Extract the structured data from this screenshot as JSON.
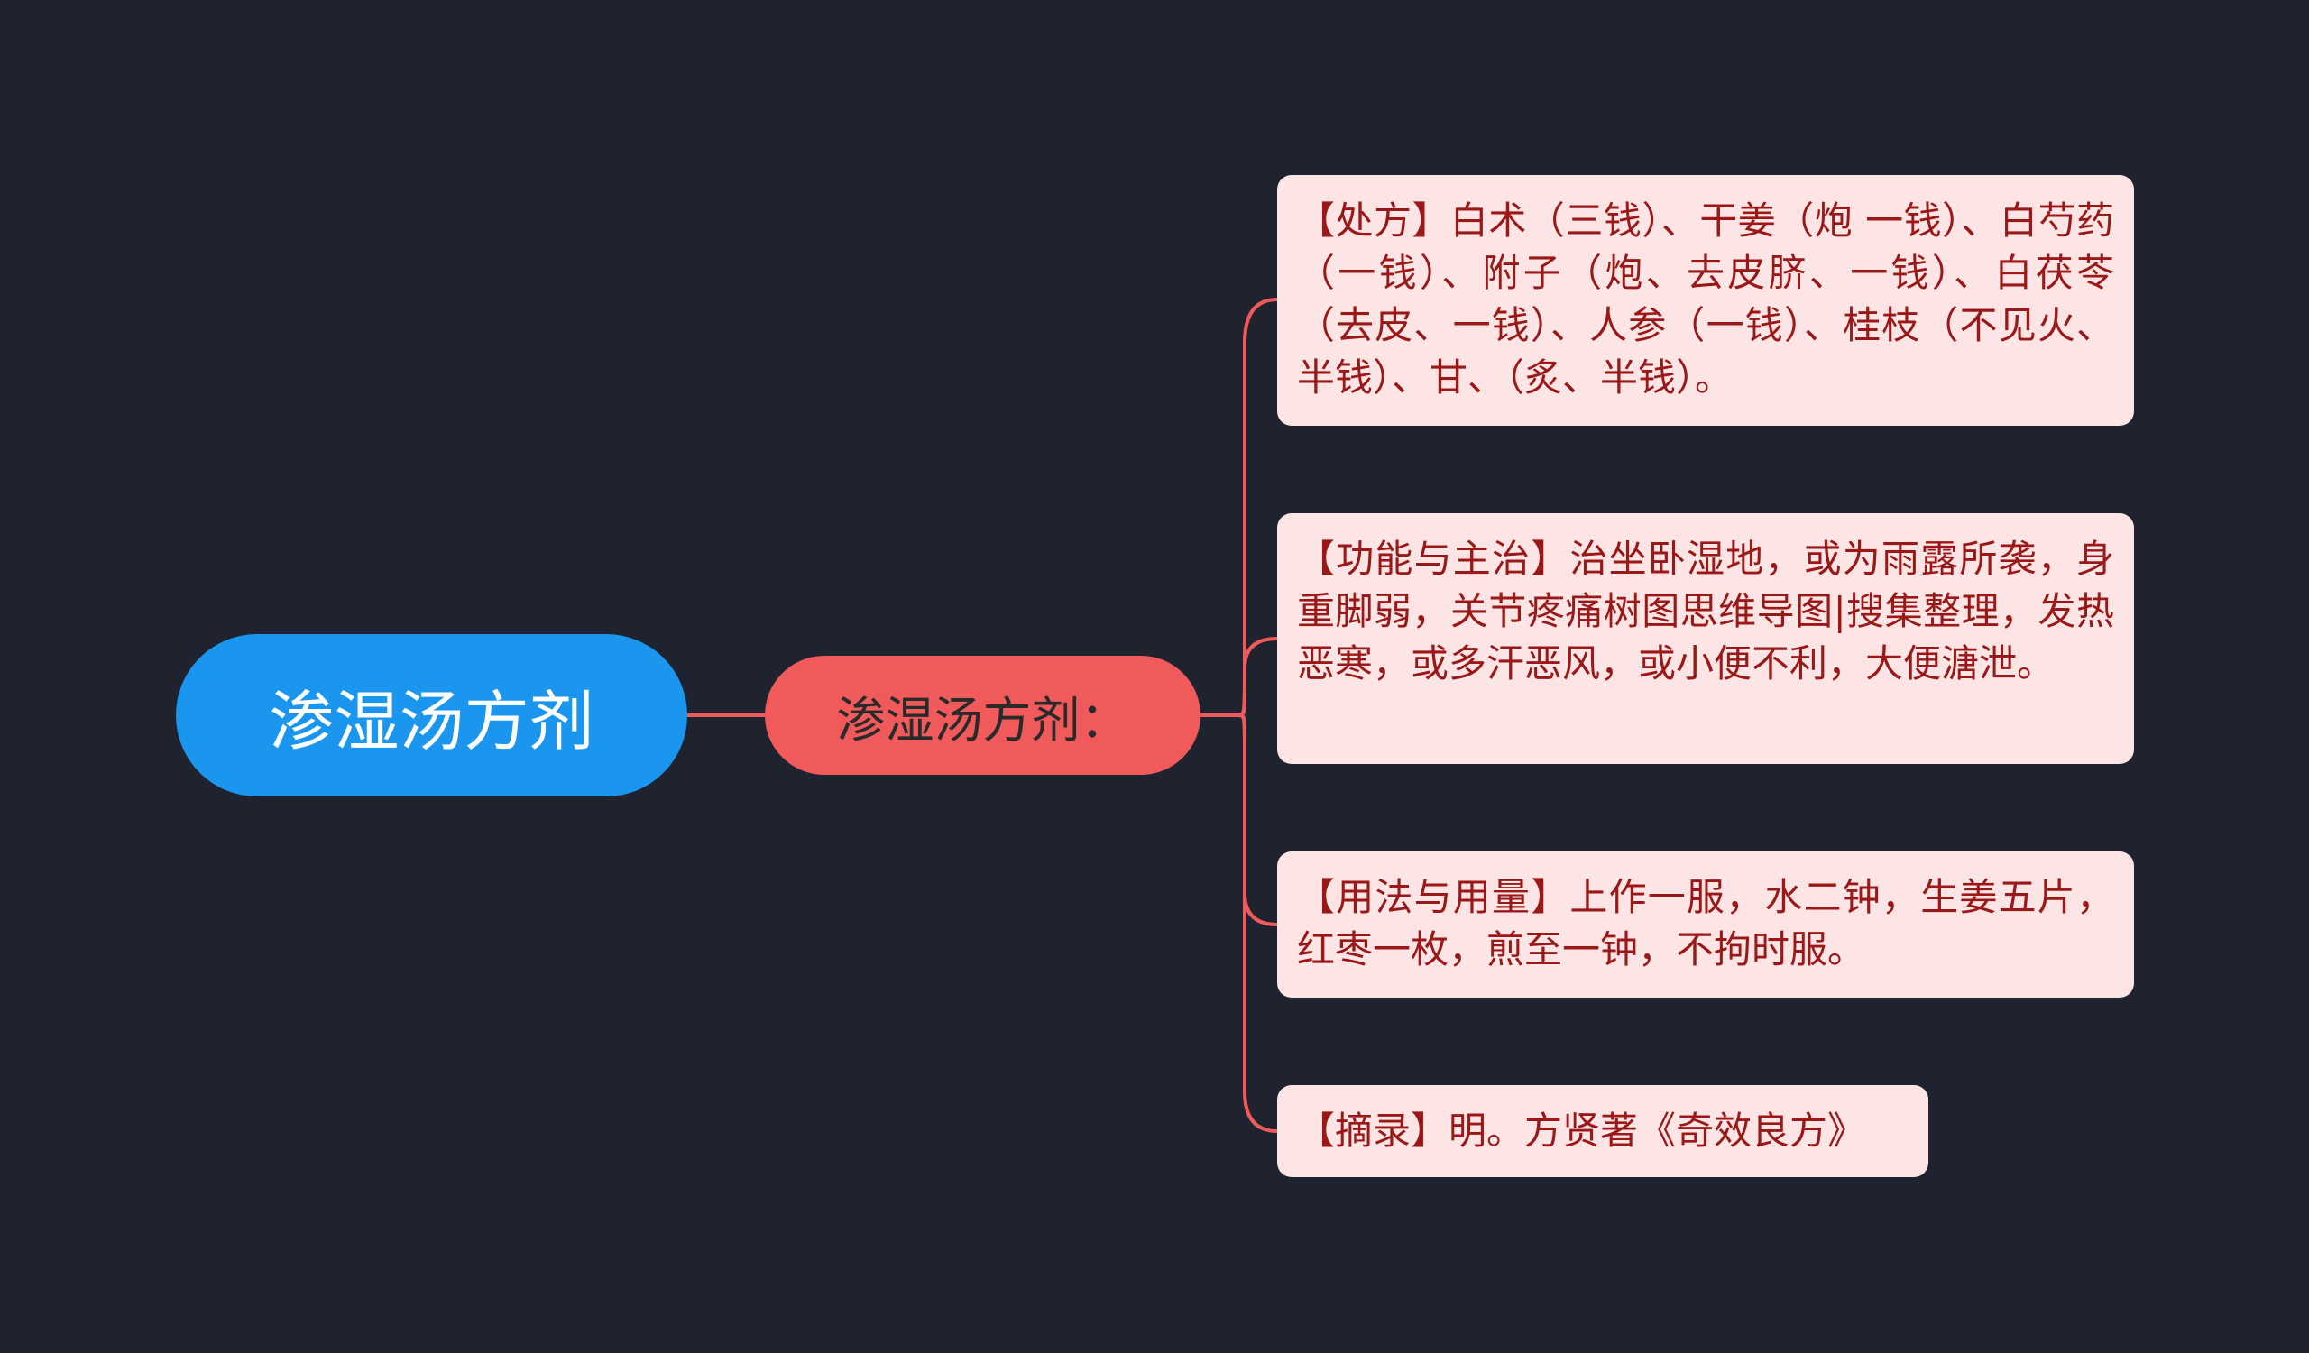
{
  "mindmap": {
    "root": {
      "label": "渗湿汤方剂"
    },
    "branch": {
      "label": "渗湿汤方剂："
    },
    "leaves": [
      {
        "text": "【处方】白术（三钱）、干姜（炮 一钱）、白芍药（一钱）、附子（炮、去皮脐、一钱）、白茯苓（去皮、一钱）、人参（一钱）、桂枝（不见火、半钱）、甘、（炙、半钱）。"
      },
      {
        "text": "【功能与主治】治坐卧湿地，或为雨露所袭，身重脚弱，关节疼痛树图思维导图|搜集整理，发热恶寒，或多汗恶风，或小便不利，大便溏泄。"
      },
      {
        "text": "【用法与用量】上作一服，水二钟，生姜五片，红枣一枚，煎至一钟，不拘时服。"
      },
      {
        "text": "【摘录】明。方贤著《奇效良方》"
      }
    ]
  },
  "colors": {
    "background": "#1f2330",
    "root_fill": "#1b96ee",
    "branch_fill": "#f05a5b",
    "leaf_fill": "#fde5e5",
    "leaf_text": "#9b1818",
    "connector": "#f05a5b"
  }
}
